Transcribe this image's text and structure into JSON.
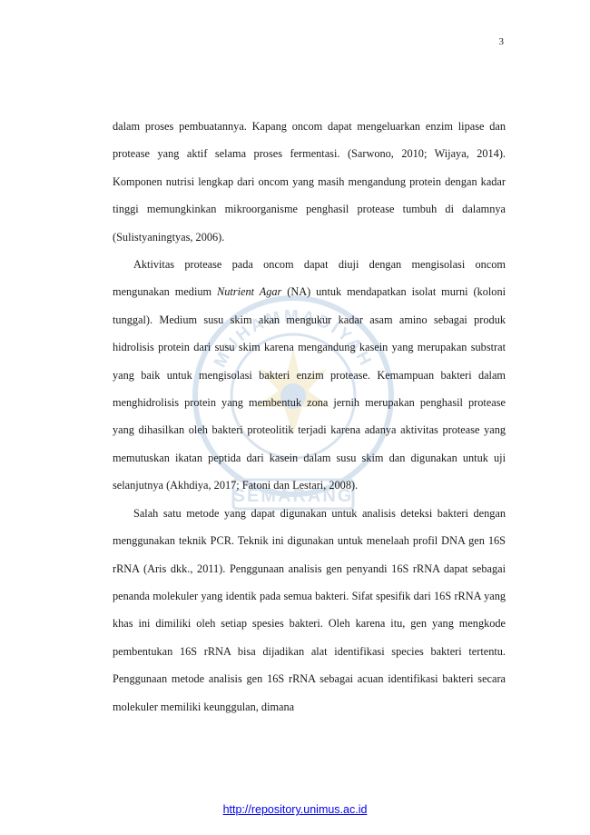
{
  "page": {
    "number": "3"
  },
  "watermark": {
    "arc_text": "MUHAMMADIYAH",
    "bottom_text": "SEMARANG",
    "color": "#1f5fa8",
    "accent": "#d4a82a"
  },
  "paragraphs": [
    {
      "runs": [
        {
          "text": "dalam proses pembuatannya. Kapang oncom dapat mengeluarkan enzim lipase dan protease yang aktif selama proses fermentasi. (Sarwono, 2010; Wijaya, 2014). Komponen nutrisi lengkap dari oncom yang masih mengandung protein dengan kadar tinggi memungkinkan mikroorganisme penghasil protease tumbuh di dalamnya (Sulistyaningtyas, 2006)."
        }
      ]
    },
    {
      "runs": [
        {
          "text": "Aktivitas protease pada oncom dapat diuji dengan mengisolasi oncom mengunakan medium "
        },
        {
          "text": "Nutrient Agar",
          "italic": true
        },
        {
          "text": " (NA) untuk mendapatkan isolat murni (koloni tunggal). Medium susu skim akan mengukur kadar asam amino sebagai produk hidrolisis protein dari susu skim karena mengandung kasein yang merupakan substrat yang baik untuk mengisolasi bakteri enzim protease. Kemampuan bakteri dalam menghidrolisis protein yang membentuk zona jernih merupakan penghasil protease yang dihasilkan oleh bakteri proteolitik terjadi karena adanya aktivitas protease yang memutuskan ikatan peptida dari kasein dalam susu skim dan digunakan untuk uji selanjutnya (Akhdiya, 2017; Fatoni dan Lestari, 2008)."
        }
      ]
    },
    {
      "runs": [
        {
          "text": "Salah satu metode yang dapat digunakan untuk analisis deteksi bakteri dengan menggunakan teknik PCR. Teknik ini digunakan untuk menelaah profil DNA gen 16S rRNA (Aris dkk., 2011). Penggunaan analisis gen penyandi 16S rRNA dapat sebagai penanda molekuler yang identik pada semua bakteri. Sifat spesifik dari 16S rRNA yang khas ini dimiliki oleh setiap spesies bakteri. Oleh karena itu, gen yang mengkode pembentukan 16S rRNA bisa dijadikan alat identifikasi species bakteri tertentu. Penggunaan metode analisis gen 16S rRNA sebagai acuan identifikasi bakteri secara molekuler memiliki keunggulan, dimana"
        }
      ]
    }
  ],
  "footer": {
    "link_text": "http://repository.unimus.ac.id"
  }
}
